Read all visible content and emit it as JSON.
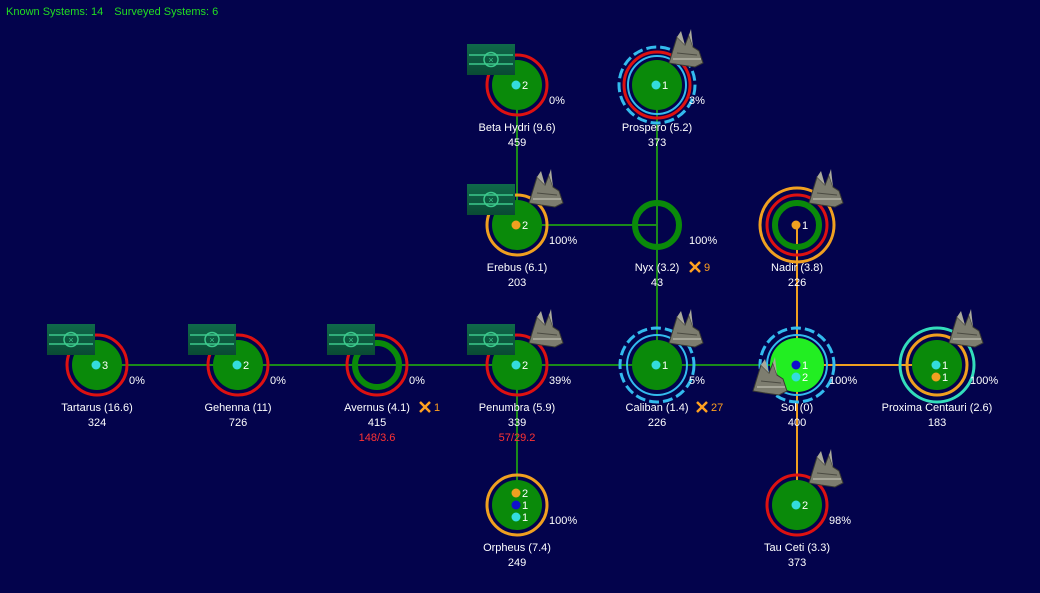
{
  "header": {
    "known_label": "Known Systems: 14",
    "surveyed_label": "Surveyed Systems: 6"
  },
  "colors": {
    "background": "#03034c",
    "planet_fill": "#0a8a0a",
    "jump_link": "#1a8a1a",
    "supply_link": "#f0a020",
    "ring_red": "#dd1111",
    "ring_orange": "#f0a020",
    "ring_cyan": "#33bbee",
    "ring_green": "#0a8a0a"
  },
  "systems": [
    {
      "id": "tartarus",
      "name": "Tartarus  (16.6)",
      "pop": "324",
      "pct": "0%",
      "ring": "red",
      "beacon": true,
      "ships": false,
      "dots": [
        {
          "color": "cyan",
          "count": "3"
        }
      ]
    },
    {
      "id": "gehenna",
      "name": "Gehenna  (11)",
      "pop": "726",
      "pct": "0%",
      "ring": "red",
      "beacon": true,
      "ships": false,
      "dots": [
        {
          "color": "cyan",
          "count": "2"
        }
      ]
    },
    {
      "id": "avernus",
      "name": "Avernus  (4.1)",
      "pop": "415",
      "pct": "0%",
      "ring": "red",
      "beacon": true,
      "ships": false,
      "hollow": true,
      "dots": [],
      "combat": "1",
      "extra": "148/3.6"
    },
    {
      "id": "penumbra",
      "name": "Penumbra  (5.9)",
      "pop": "339",
      "pct": "39%",
      "ring": "red",
      "beacon": true,
      "ships": true,
      "dots": [
        {
          "color": "cyan",
          "count": "2"
        }
      ],
      "extra": "57/29.2"
    },
    {
      "id": "caliban",
      "name": "Caliban  (1.4)",
      "pop": "226",
      "pct": "5%",
      "ring": "cyan-dash",
      "ships": true,
      "dots": [
        {
          "color": "cyan",
          "count": "1"
        }
      ],
      "combat": "27"
    },
    {
      "id": "sol",
      "name": "Sol  (0)",
      "pop": "400",
      "pct": "100%",
      "ring": "cyan-dash",
      "ships": true,
      "bright": true,
      "dots": [
        {
          "color": "blue",
          "count": "1"
        },
        {
          "color": "cyan",
          "count": "2"
        }
      ]
    },
    {
      "id": "proxima",
      "name": "Proxima Centauri  (2.6)",
      "pop": "183",
      "pct": "100%",
      "ring": "orange-cyan",
      "ships": true,
      "dots": [
        {
          "color": "cyan",
          "count": "1"
        },
        {
          "color": "orange",
          "count": "1"
        }
      ]
    },
    {
      "id": "nadir",
      "name": "Nadir  (3.8)",
      "pop": "226",
      "pct": "",
      "ring": "orange-red",
      "ships": true,
      "dots": [
        {
          "color": "orange",
          "count": "1"
        }
      ]
    },
    {
      "id": "nyx",
      "name": "Nyx  (3.2)",
      "pop": "43",
      "pct": "100%",
      "ring": "none",
      "hollow": true,
      "dots": [],
      "combat": "9"
    },
    {
      "id": "erebus",
      "name": "Erebus  (6.1)",
      "pop": "203",
      "pct": "100%",
      "ring": "orange",
      "beacon": true,
      "ships": true,
      "dots": [
        {
          "color": "orange",
          "count": "2"
        }
      ]
    },
    {
      "id": "betahydri",
      "name": "Beta Hydri  (9.6)",
      "pop": "459",
      "pct": "0%",
      "ring": "red",
      "beacon": true,
      "ships": false,
      "dots": [
        {
          "color": "cyan",
          "count": "2"
        }
      ]
    },
    {
      "id": "prospero",
      "name": "Prospero  (5.2)",
      "pop": "373",
      "pct": "3%",
      "ring": "red-cyan",
      "ships": true,
      "dots": [
        {
          "color": "cyan",
          "count": "1"
        }
      ]
    },
    {
      "id": "orpheus",
      "name": "Orpheus  (7.4)",
      "pop": "249",
      "pct": "100%",
      "ring": "orange",
      "ships": false,
      "dots": [
        {
          "color": "orange",
          "count": "2"
        },
        {
          "color": "blue",
          "count": "1"
        },
        {
          "color": "cyan",
          "count": "1"
        }
      ]
    },
    {
      "id": "tauceti",
      "name": "Tau Ceti  (3.3)",
      "pop": "373",
      "pct": "98%",
      "ring": "red",
      "ships": true,
      "dots": [
        {
          "color": "cyan",
          "count": "2"
        }
      ]
    }
  ]
}
